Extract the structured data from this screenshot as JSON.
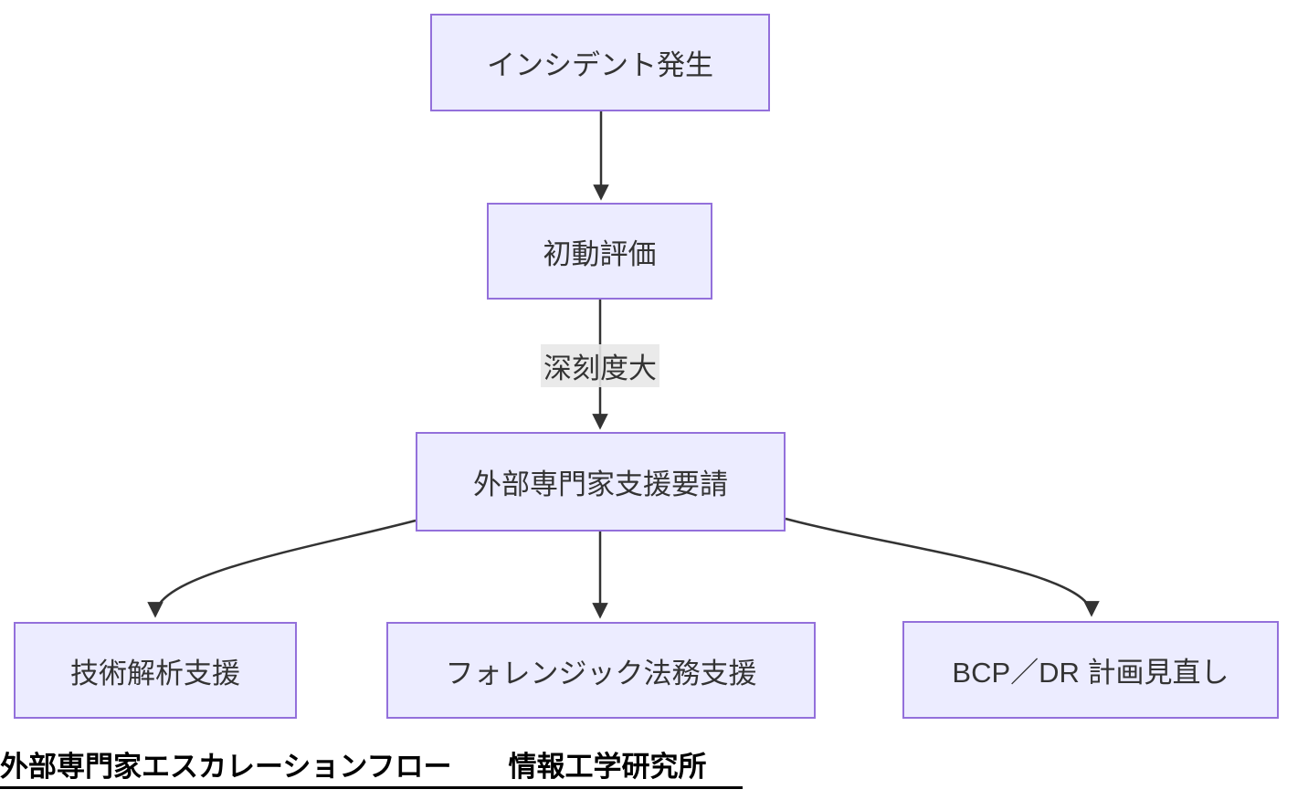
{
  "diagram": {
    "type": "flowchart",
    "direction": "top-down",
    "nodes": [
      {
        "id": "incident",
        "label": "インシデント発生"
      },
      {
        "id": "initial-triage",
        "label": "初動評価"
      },
      {
        "id": "external-expert",
        "label": "外部専門家支援要請"
      },
      {
        "id": "tech-analysis",
        "label": "技術解析支援"
      },
      {
        "id": "forensic-legal",
        "label": "フォレンジック法務支援"
      },
      {
        "id": "bcp-dr-review",
        "label": "BCP／DR 計画見直し"
      }
    ],
    "edges": [
      {
        "from": "incident",
        "to": "initial-triage",
        "label": ""
      },
      {
        "from": "initial-triage",
        "to": "external-expert",
        "label": "深刻度大"
      },
      {
        "from": "external-expert",
        "to": "tech-analysis",
        "label": ""
      },
      {
        "from": "external-expert",
        "to": "forensic-legal",
        "label": ""
      },
      {
        "from": "external-expert",
        "to": "bcp-dr-review",
        "label": ""
      }
    ],
    "colors": {
      "node_fill": "#ECECFF",
      "node_border": "#9370DB",
      "edge_stroke": "#333333",
      "edge_label_bg": "#E8E8E8",
      "node_text": "#333333",
      "caption_text": "#000000"
    }
  },
  "caption": {
    "text": "外部専門家エスカレーションフロー　　情報工学研究所"
  }
}
